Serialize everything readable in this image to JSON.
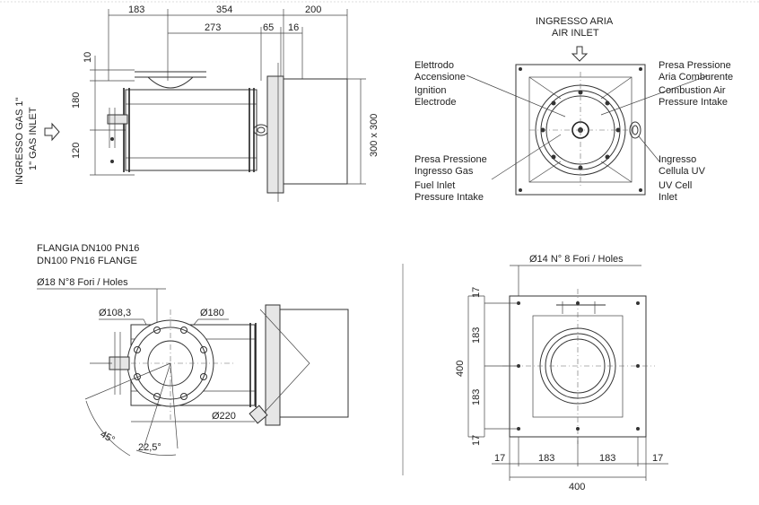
{
  "side_view": {
    "dims_top": [
      "183",
      "354",
      "200",
      "273",
      "65",
      "16"
    ],
    "dims_left": [
      "10",
      "180",
      "120"
    ],
    "dim_right": "300 x 300",
    "gas_inlet_it": "INGRESSO GAS 1\"",
    "gas_inlet_en": "1\" GAS INLET"
  },
  "front_view": {
    "air_inlet_it": "INGRESSO ARIA",
    "air_inlet_en": "AIR INLET",
    "labels_left_top": [
      "Elettrodo",
      "Accensione",
      "Ignition",
      "Electrode"
    ],
    "labels_left_bottom": [
      "Presa Pressione",
      "Ingresso Gas",
      "Fuel Inlet",
      "Pressure Intake"
    ],
    "labels_right_top": [
      "Presa Pressione",
      "Aria Comburente",
      "Combustion Air",
      "Pressure Intake"
    ],
    "labels_right_bottom": [
      "Ingresso",
      "Cellula UV",
      "UV Cell",
      "Inlet"
    ]
  },
  "flange_view": {
    "title_it": "FLANGIA DN100 PN16",
    "title_en": "DN100 PN16 FLANGE",
    "holes": "Ø18 N°8 Fori / Holes",
    "d1": "Ø108,3",
    "d2": "Ø180",
    "d3": "Ø220",
    "angle1": "45°",
    "angle2": "22,5°"
  },
  "plate_view": {
    "holes": "Ø14 N° 8 Fori / Holes",
    "dims_left": [
      "17",
      "183",
      "183",
      "17"
    ],
    "dim_left_total": "400",
    "dims_bottom": [
      "17",
      "183",
      "183",
      "17"
    ],
    "dim_bottom_total": "400"
  }
}
